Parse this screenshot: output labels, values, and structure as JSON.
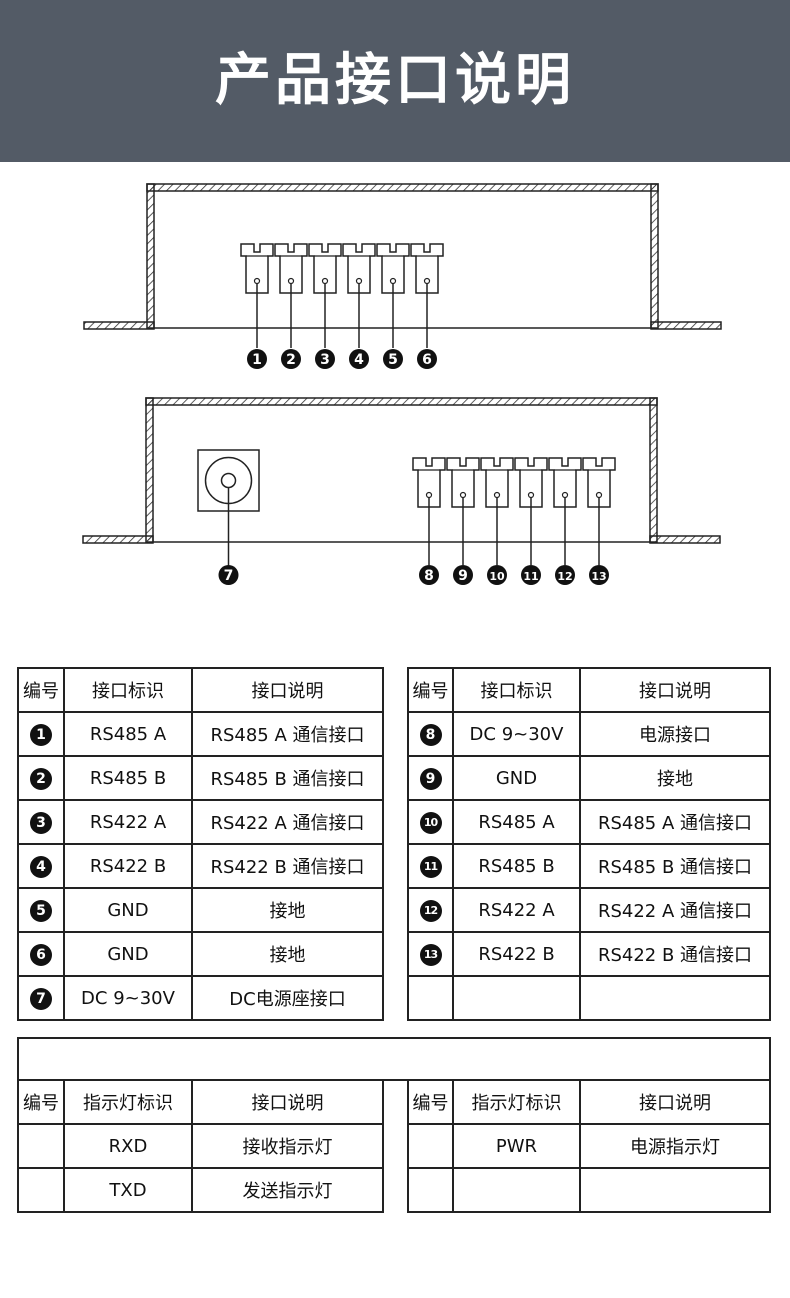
{
  "header": {
    "title": "产品接口说明"
  },
  "diagram": {
    "top_labels": [
      "1",
      "2",
      "3",
      "4",
      "5",
      "6"
    ],
    "bottom_left_label": "7",
    "bottom_labels": [
      "8",
      "9",
      "10",
      "11",
      "12",
      "13"
    ]
  },
  "ports_table": {
    "headers": [
      "编号",
      "接口标识",
      "接口说明",
      "编号",
      "接口标识",
      "接口说明"
    ],
    "rows": [
      {
        "ln": "1",
        "lid": "RS485 A",
        "ldesc": "RS485 A 通信接口",
        "rn": "8",
        "rid": "DC 9~30V",
        "rdesc": "电源接口"
      },
      {
        "ln": "2",
        "lid": "RS485 B",
        "ldesc": "RS485 B 通信接口",
        "rn": "9",
        "rid": "GND",
        "rdesc": "接地"
      },
      {
        "ln": "3",
        "lid": "RS422 A",
        "ldesc": "RS422 A 通信接口",
        "rn": "10",
        "rid": "RS485 A",
        "rdesc": "RS485 A 通信接口"
      },
      {
        "ln": "4",
        "lid": "RS422 B",
        "ldesc": "RS422 B 通信接口",
        "rn": "11",
        "rid": "RS485 B",
        "rdesc": "RS485 B 通信接口"
      },
      {
        "ln": "5",
        "lid": "GND",
        "ldesc": "接地",
        "rn": "12",
        "rid": "RS422 A",
        "rdesc": "RS422 A 通信接口"
      },
      {
        "ln": "6",
        "lid": "GND",
        "ldesc": "接地",
        "rn": "13",
        "rid": "RS422 B",
        "rdesc": "RS422 B 通信接口"
      },
      {
        "ln": "7",
        "lid": "DC 9~30V",
        "ldesc": "DC电源座接口",
        "rn": "",
        "rid": "",
        "rdesc": ""
      }
    ]
  },
  "indicator_table": {
    "headers": [
      "编号",
      "指示灯标识",
      "接口说明",
      "编号",
      "指示灯标识",
      "接口说明"
    ],
    "rows": [
      {
        "ln": "",
        "lid": "RXD",
        "ldesc": "接收指示灯",
        "rn": "",
        "rid": "PWR",
        "rdesc": "电源指示灯"
      },
      {
        "ln": "",
        "lid": "TXD",
        "ldesc": "发送指示灯",
        "rn": "",
        "rid": "",
        "rdesc": ""
      }
    ]
  }
}
